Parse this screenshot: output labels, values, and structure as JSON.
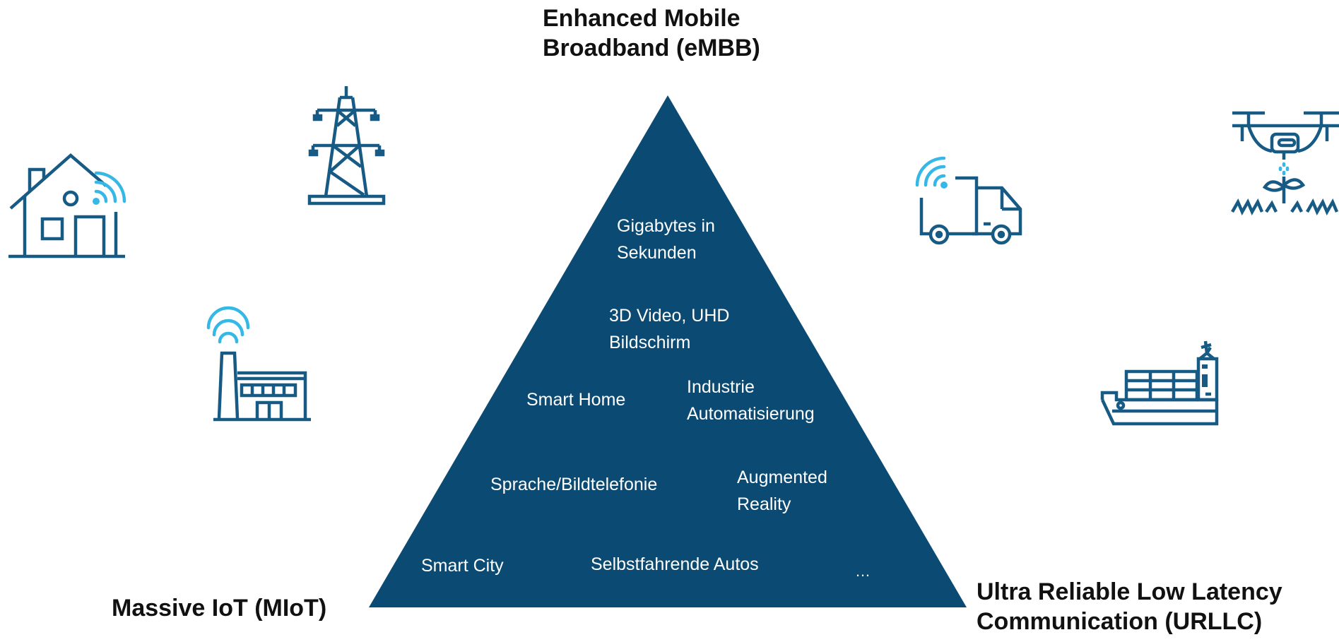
{
  "colors": {
    "triangle": "#0b4a72",
    "icon_stroke": "#175b85",
    "wifi_accent": "#35b8e6",
    "label_text": "#111111",
    "triangle_text": "#ffffff"
  },
  "vertices": {
    "top_line1": "Enhanced Mobile",
    "top_line2": "Broadband (eMBB)",
    "left": "Massive IoT (MIoT)",
    "right_line1": "Ultra Reliable Low Latency",
    "right_line2": "Communication (URLLC)"
  },
  "use_cases": [
    {
      "line1": "Gigabytes in",
      "line2": "Sekunden"
    },
    {
      "line1": "3D Video, UHD",
      "line2": "Bildschirm"
    },
    {
      "line1": "Smart Home",
      "line2": ""
    },
    {
      "line1": "Industrie",
      "line2": "Automatisierung"
    },
    {
      "line1": "Sprache/Bildtelefonie",
      "line2": ""
    },
    {
      "line1": "Augmented",
      "line2": "Reality"
    },
    {
      "line1": "Smart City",
      "line2": ""
    },
    {
      "line1": "Selbstfahrende Autos",
      "line2": ""
    },
    {
      "line1": "…",
      "line2": ""
    }
  ],
  "icons": [
    "smart-house-icon",
    "power-pylon-icon",
    "factory-icon",
    "delivery-truck-icon",
    "agri-drone-icon",
    "cargo-ship-icon"
  ]
}
